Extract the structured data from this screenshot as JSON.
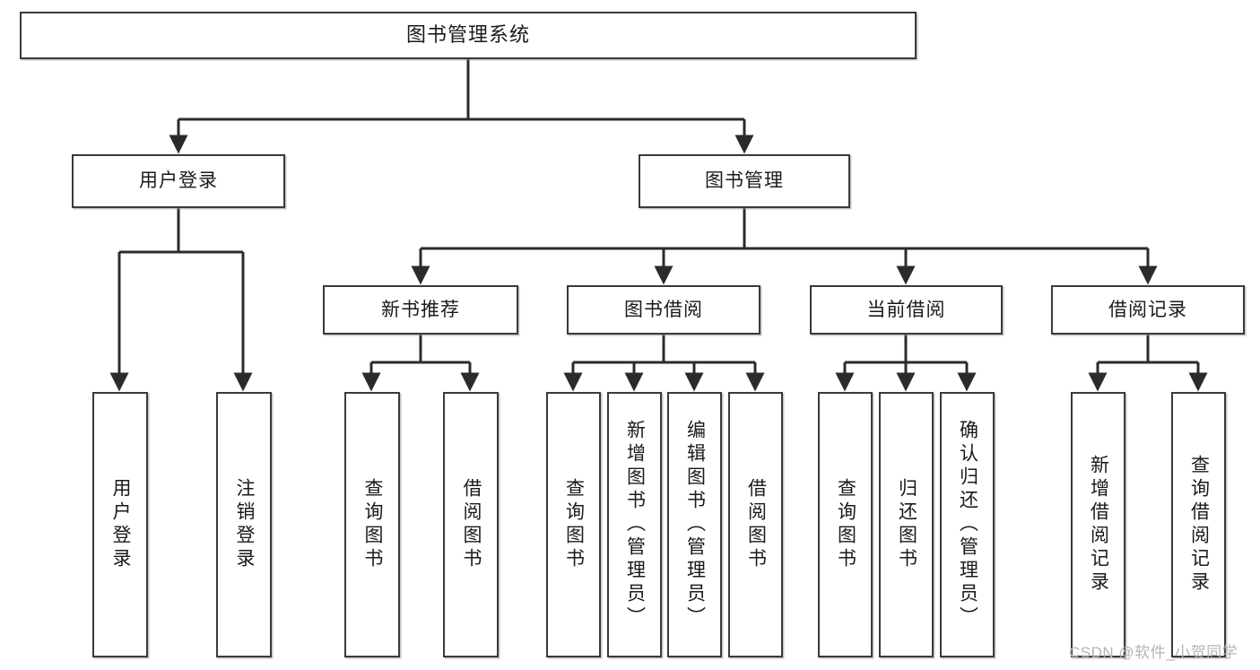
{
  "diagram": {
    "type": "tree-hierarchy",
    "title": "图书管理系统",
    "watermark": "CSDN @软件_小贺同学",
    "colors": {
      "box_border": "#3a3a3a",
      "box_fill": "#ffffff",
      "edge": "#2b2b2b",
      "text": "#1a1a1a",
      "watermark": "#b4b4b4"
    },
    "nodes": {
      "root": {
        "label": "图书管理系统",
        "level": 1
      },
      "user_login": {
        "label": "用户登录",
        "level": 2
      },
      "book_manage": {
        "label": "图书管理",
        "level": 2
      },
      "new_book_rec": {
        "label": "新书推荐",
        "level": 3
      },
      "book_borrow": {
        "label": "图书借阅",
        "level": 3
      },
      "current_borrow": {
        "label": "当前借阅",
        "level": 3
      },
      "borrow_record": {
        "label": "借阅记录",
        "level": 3
      },
      "leaf_1": {
        "label": "用户登录",
        "level": 3,
        "parent": "用户登录"
      },
      "leaf_2": {
        "label": "注销登录",
        "level": 3,
        "parent": "用户登录"
      },
      "leaf_3": {
        "label": "查询图书",
        "level": 4,
        "parent": "新书推荐"
      },
      "leaf_4": {
        "label": "借阅图书",
        "level": 4,
        "parent": "新书推荐"
      },
      "leaf_5": {
        "label": "查询图书",
        "level": 4,
        "parent": "图书借阅"
      },
      "leaf_6": {
        "label": "新增图书（管理员）",
        "level": 4,
        "parent": "图书借阅"
      },
      "leaf_7": {
        "label": "编辑图书（管理员）",
        "level": 4,
        "parent": "图书借阅"
      },
      "leaf_8": {
        "label": "借阅图书",
        "level": 4,
        "parent": "图书借阅"
      },
      "leaf_9": {
        "label": "查询图书",
        "level": 4,
        "parent": "当前借阅"
      },
      "leaf_10": {
        "label": "归还图书",
        "level": 4,
        "parent": "当前借阅"
      },
      "leaf_11": {
        "label": "确认归还（管理员）",
        "level": 4,
        "parent": "当前借阅"
      },
      "leaf_12": {
        "label": "新增借阅记录",
        "level": 4,
        "parent": "借阅记录"
      },
      "leaf_13": {
        "label": "查询借阅记录",
        "level": 4,
        "parent": "借阅记录"
      }
    }
  }
}
